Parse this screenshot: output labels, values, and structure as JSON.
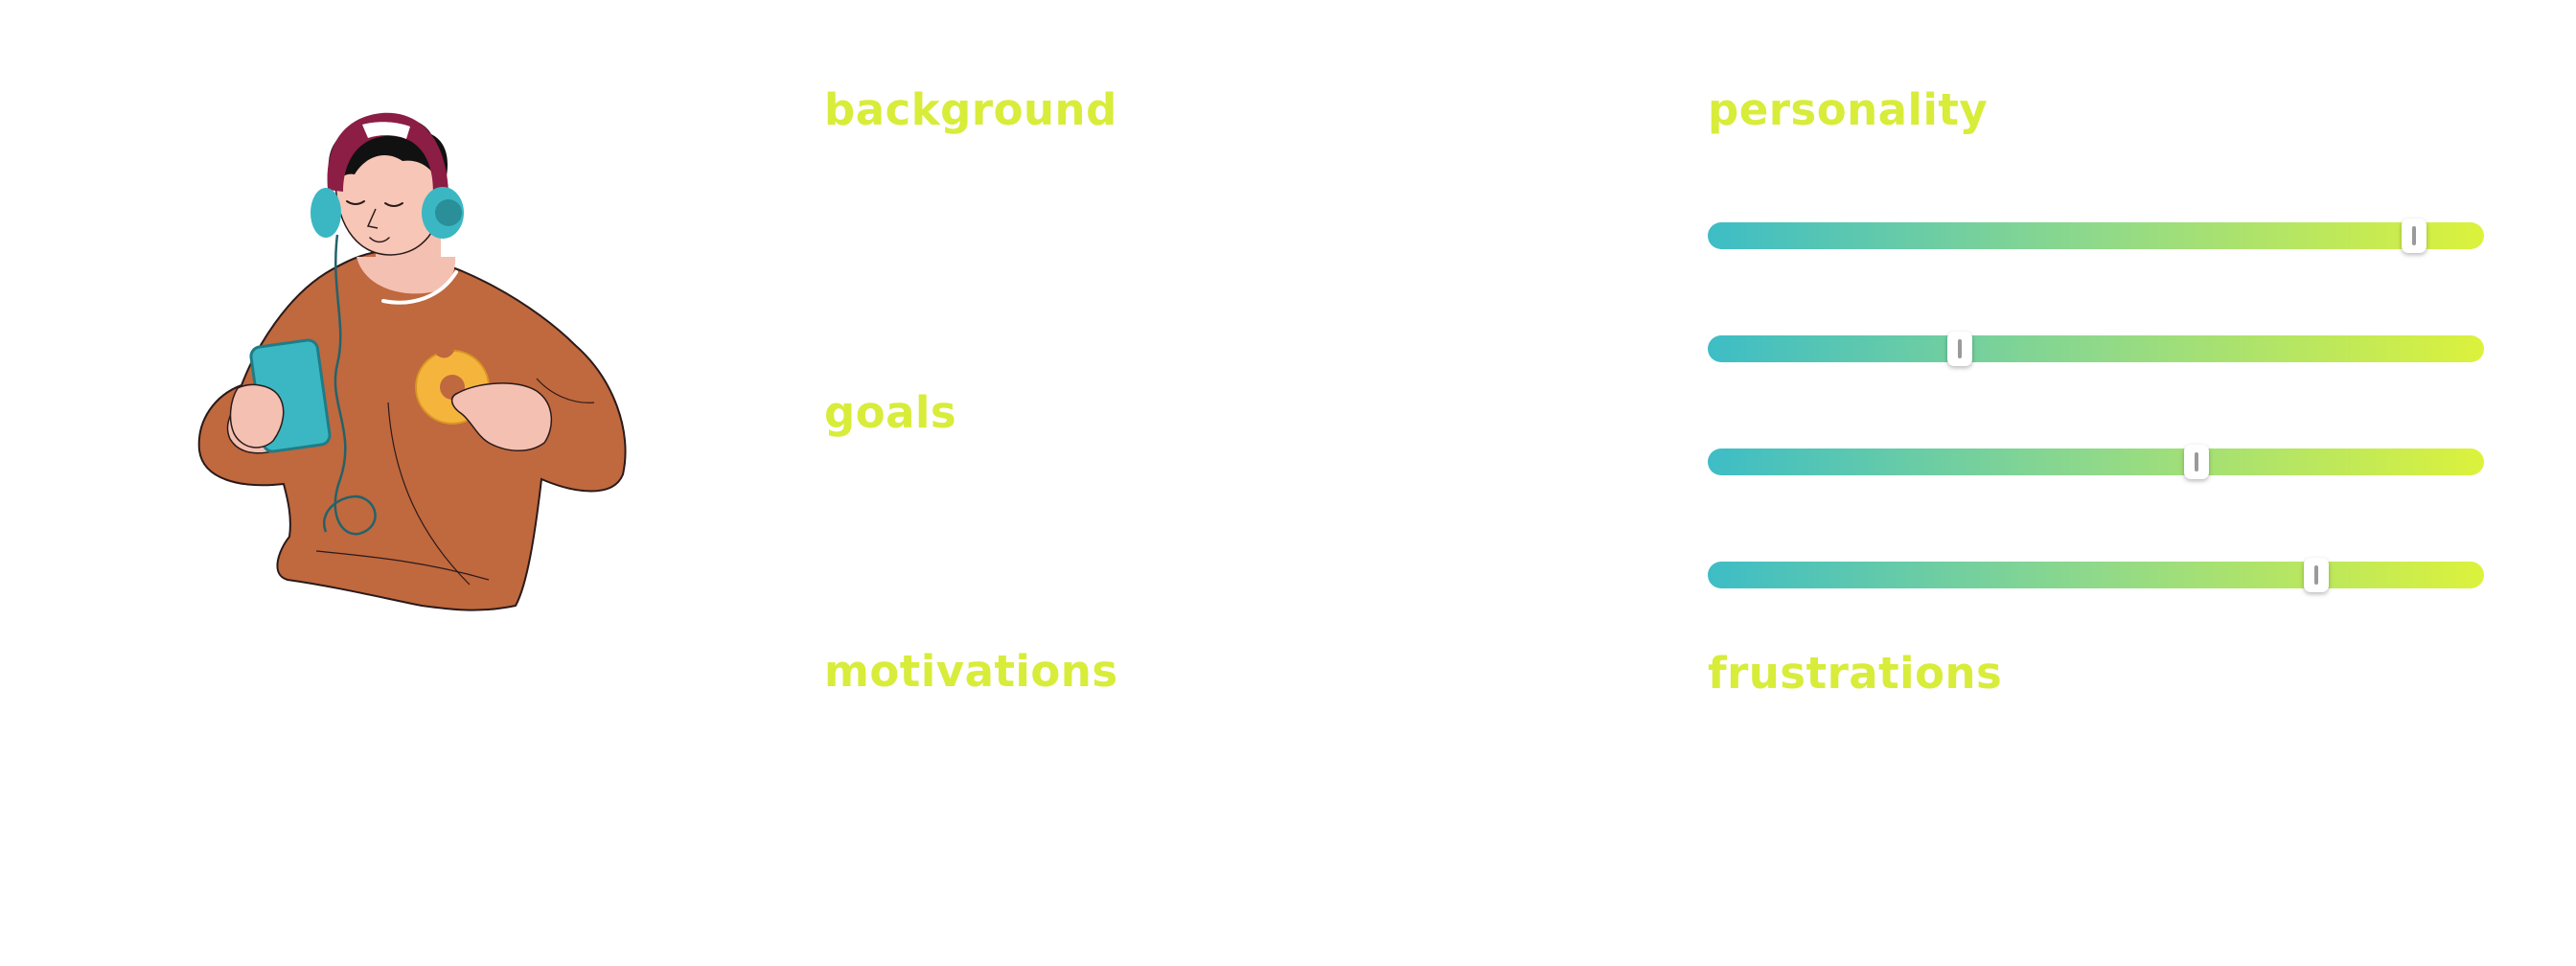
{
  "sections": {
    "background": "background",
    "goals": "goals",
    "motivations": "motivations",
    "personality": "personality",
    "frustrations": "frustrations"
  },
  "personality_sliders": [
    {
      "value": 0.91
    },
    {
      "value": 0.325
    },
    {
      "value": 0.63
    },
    {
      "value": 0.784
    }
  ],
  "colors": {
    "heading": "#d8ec3a",
    "slider_start": "#3dbdc6",
    "slider_mid": "#8fd98a",
    "slider_end": "#dcf23c",
    "sweater": "#c0683e",
    "headphones": "#3ab7c3",
    "headband": "#8c1d45",
    "phone": "#3ab7c3",
    "donut": "#f5b53d"
  },
  "illustration": {
    "icon": "person-with-headphones-icon",
    "details": [
      "headphones-icon",
      "phone-icon",
      "donut-icon"
    ]
  }
}
